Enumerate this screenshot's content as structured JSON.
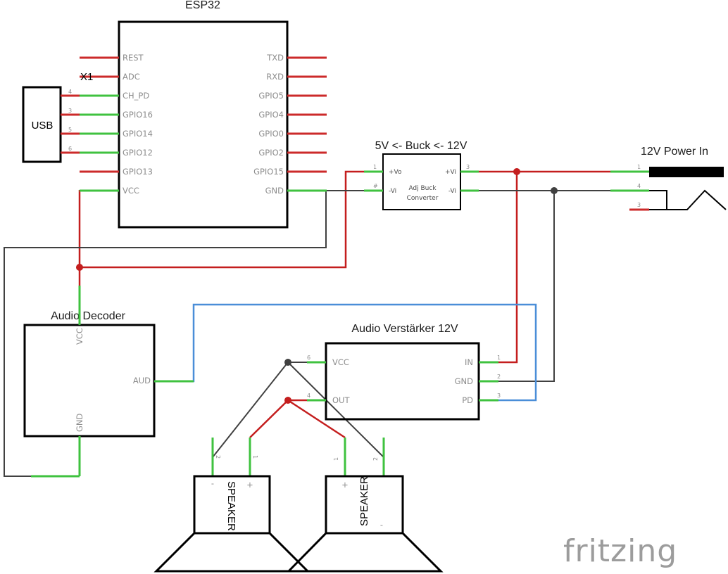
{
  "esp32": {
    "title": "ESP32",
    "left_pins": [
      "REST",
      "ADC",
      "CH_PD",
      "GPIO16",
      "GPIO14",
      "GPIO12",
      "GPIO13",
      "VCC"
    ],
    "right_pins": [
      "TXD",
      "RXD",
      "GPIO5",
      "GPIO4",
      "GPIO0",
      "GPIO2",
      "GPIO15",
      "GND"
    ]
  },
  "x1": {
    "label": "X1"
  },
  "usb": {
    "label": "USB",
    "pin_numbers": [
      "4",
      "3",
      "5",
      "6"
    ]
  },
  "buck": {
    "title": "5V <- Buck <- 12V",
    "name_line1": "Adj Buck",
    "name_line2": "Converter",
    "left_pins": [
      "+Vo",
      "-Vi"
    ],
    "left_nums": [
      "1",
      "#"
    ],
    "right_pins": [
      "+Vi",
      "-Vi"
    ],
    "right_nums": [
      "3",
      ""
    ]
  },
  "power": {
    "title": "12V Power In",
    "pin_numbers": [
      "1",
      "4",
      "3"
    ]
  },
  "decoder": {
    "title": "Audio Decoder",
    "pins": {
      "vcc": "VCC",
      "aud": "AUD",
      "gnd": "GND"
    }
  },
  "amp": {
    "title": "Audio Verstärker 12V",
    "left_pins": [
      "VCC",
      "OUT"
    ],
    "left_nums": [
      "6",
      "4"
    ],
    "right_pins": [
      "IN",
      "GND",
      "PD"
    ],
    "right_nums": [
      "1",
      "2",
      "3"
    ]
  },
  "speaker1": {
    "label": "SPEAKER",
    "minus": "-",
    "plus": "+",
    "pin_minus": "2",
    "pin_plus": "1"
  },
  "speaker2": {
    "label": "SPEAKER",
    "minus": "-",
    "plus": "+",
    "pin_plus": "1",
    "pin_minus": "2"
  },
  "logo": {
    "text": "fritzing"
  },
  "colors": {
    "power_wire": "#c41e1e",
    "ground_wire": "#404040",
    "signal_wire": "#4a8ed8",
    "pin_unconnected": "#cc2a2a",
    "pin_connected": "#3fc23f"
  }
}
